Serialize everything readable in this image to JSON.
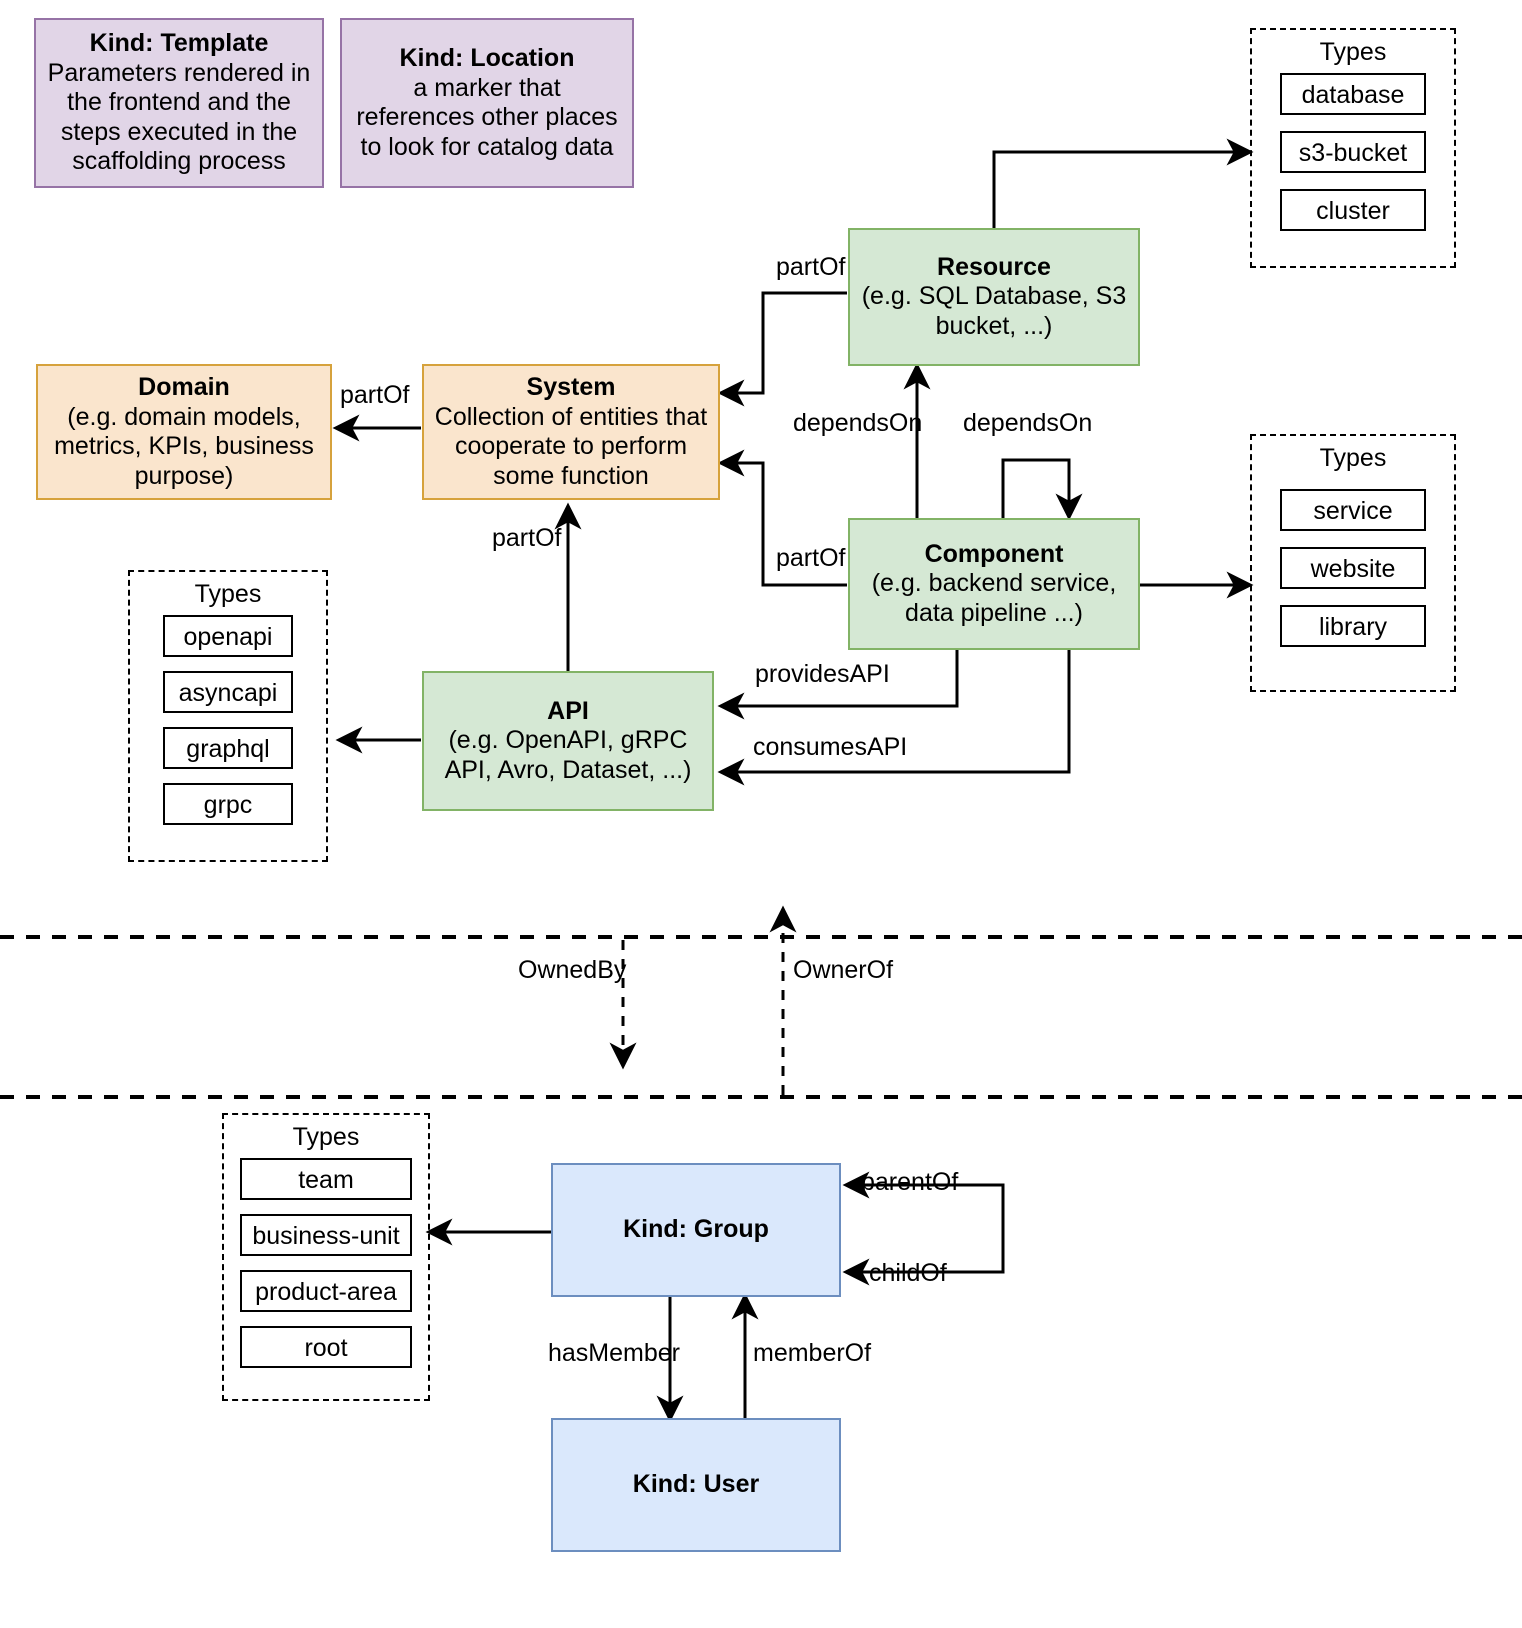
{
  "diagram": {
    "title": "Backstage catalog entity kinds and relations",
    "colors": {
      "purple_fill": "#e1d5e7",
      "purple_border": "#9673a6",
      "orange_fill": "#fae5cd",
      "orange_border": "#d6a23c",
      "green_fill": "#d5e8d4",
      "green_border": "#82b366",
      "blue_fill": "#dae8fc",
      "blue_border": "#6c8ebf",
      "line": "#000000"
    }
  },
  "nodes": {
    "template": {
      "title": "Kind: Template",
      "desc": "Parameters rendered in the frontend and the steps executed in  the scaffolding process"
    },
    "location": {
      "title": "Kind: Location",
      "desc": "a marker that references other places to look for catalog data"
    },
    "domain": {
      "title": "Domain",
      "desc": "(e.g.  domain models, metrics, KPIs, business purpose)"
    },
    "system": {
      "title": "System",
      "desc": "Collection of entities that cooperate to perform some function"
    },
    "resource": {
      "title": "Resource",
      "desc": "(e.g. SQL Database, S3 bucket, ...)"
    },
    "component": {
      "title": "Component",
      "desc": "(e.g. backend service, data pipeline ...)"
    },
    "api": {
      "title": "API",
      "desc": "(e.g. OpenAPI, gRPC API, Avro, Dataset, ...)"
    },
    "group": {
      "title": "Kind: Group",
      "desc": ""
    },
    "user": {
      "title": "Kind: User",
      "desc": ""
    }
  },
  "type_groups": {
    "resource_types": {
      "label": "Types",
      "items": [
        "database",
        "s3-bucket",
        "cluster"
      ]
    },
    "component_types": {
      "label": "Types",
      "items": [
        "service",
        "website",
        "library"
      ]
    },
    "api_types": {
      "label": "Types",
      "items": [
        "openapi",
        "asyncapi",
        "graphql",
        "grpc"
      ]
    },
    "group_types": {
      "label": "Types",
      "items": [
        "team",
        "business-unit",
        "product-area",
        "root"
      ]
    }
  },
  "edge_labels": {
    "system_partof_domain": "partOf",
    "resource_partof_system": "partOf",
    "component_partof_system": "partOf",
    "api_partof_system": "partOf",
    "component_dependson_resource": "dependsOn",
    "component_dependson_component": "dependsOn",
    "component_providesapi": "providesAPI",
    "component_consumesapi": "consumesAPI",
    "ownedby": "OwnedBy",
    "ownerof": "OwnerOf",
    "group_parentof": "parentOf",
    "group_childof": "childOf",
    "group_hasmember": "hasMember",
    "user_memberof": "memberOf"
  }
}
